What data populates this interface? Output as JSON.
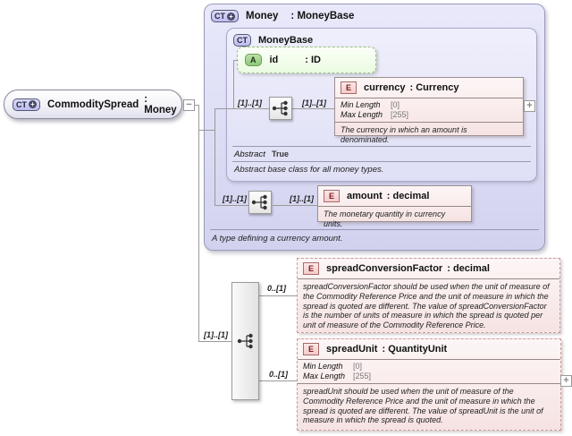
{
  "badge_plus": "+",
  "toggles": {
    "collapse": "−",
    "expand": "+"
  },
  "cardinality": {
    "required": "[1]..[1]",
    "optional": "0..[1]"
  },
  "palette": {
    "type_fill": "#dcdcf6",
    "element_fill": "#f9e8e8",
    "attribute_fill": "#eafbe0",
    "line": "#9a9a9a"
  },
  "root": {
    "badge": "CT",
    "name": "CommoditySpread",
    "suffix": ": Money"
  },
  "money": {
    "badge": "CT",
    "name": "Money",
    "suffix": ": MoneyBase",
    "doc": "A type defining a currency amount."
  },
  "money_base": {
    "badge": "CT",
    "name": "MoneyBase",
    "abstract_label": "Abstract",
    "abstract_value": "True",
    "doc": "Abstract base class for all money types."
  },
  "id_attr": {
    "badge": "A",
    "name": "id",
    "suffix": ": ID"
  },
  "currency": {
    "badge": "E",
    "name": "currency",
    "suffix": ": Currency",
    "facets": [
      {
        "name": "Min Length",
        "value": "[0]"
      },
      {
        "name": "Max Length",
        "value": "[255]"
      }
    ],
    "doc": "The currency in which an amount is denominated."
  },
  "amount": {
    "badge": "E",
    "name": "amount",
    "suffix": ": decimal",
    "doc": "The monetary quantity in currency units."
  },
  "spread_conversion_factor": {
    "badge": "E",
    "name": "spreadConversionFactor",
    "suffix": ": decimal",
    "doc": "spreadConversionFactor should be used when the unit of measure of the Commodity Reference Price and the unit of measure in which the spread is quoted are different. The value of spreadConversionFactor is the number of units of measure in which the spread is quoted per unit of measure of the Commodity Reference Price."
  },
  "spread_unit": {
    "badge": "E",
    "name": "spreadUnit",
    "suffix": ": QuantityUnit",
    "facets": [
      {
        "name": "Min Length",
        "value": "[0]"
      },
      {
        "name": "Max Length",
        "value": "[255]"
      }
    ],
    "doc": "spreadUnit should be used when the unit of measure of the Commodity Reference Price and the unit of measure in which the spread is quoted are different. The value of spreadUnit is the unit of measure in which the spread is quoted."
  }
}
